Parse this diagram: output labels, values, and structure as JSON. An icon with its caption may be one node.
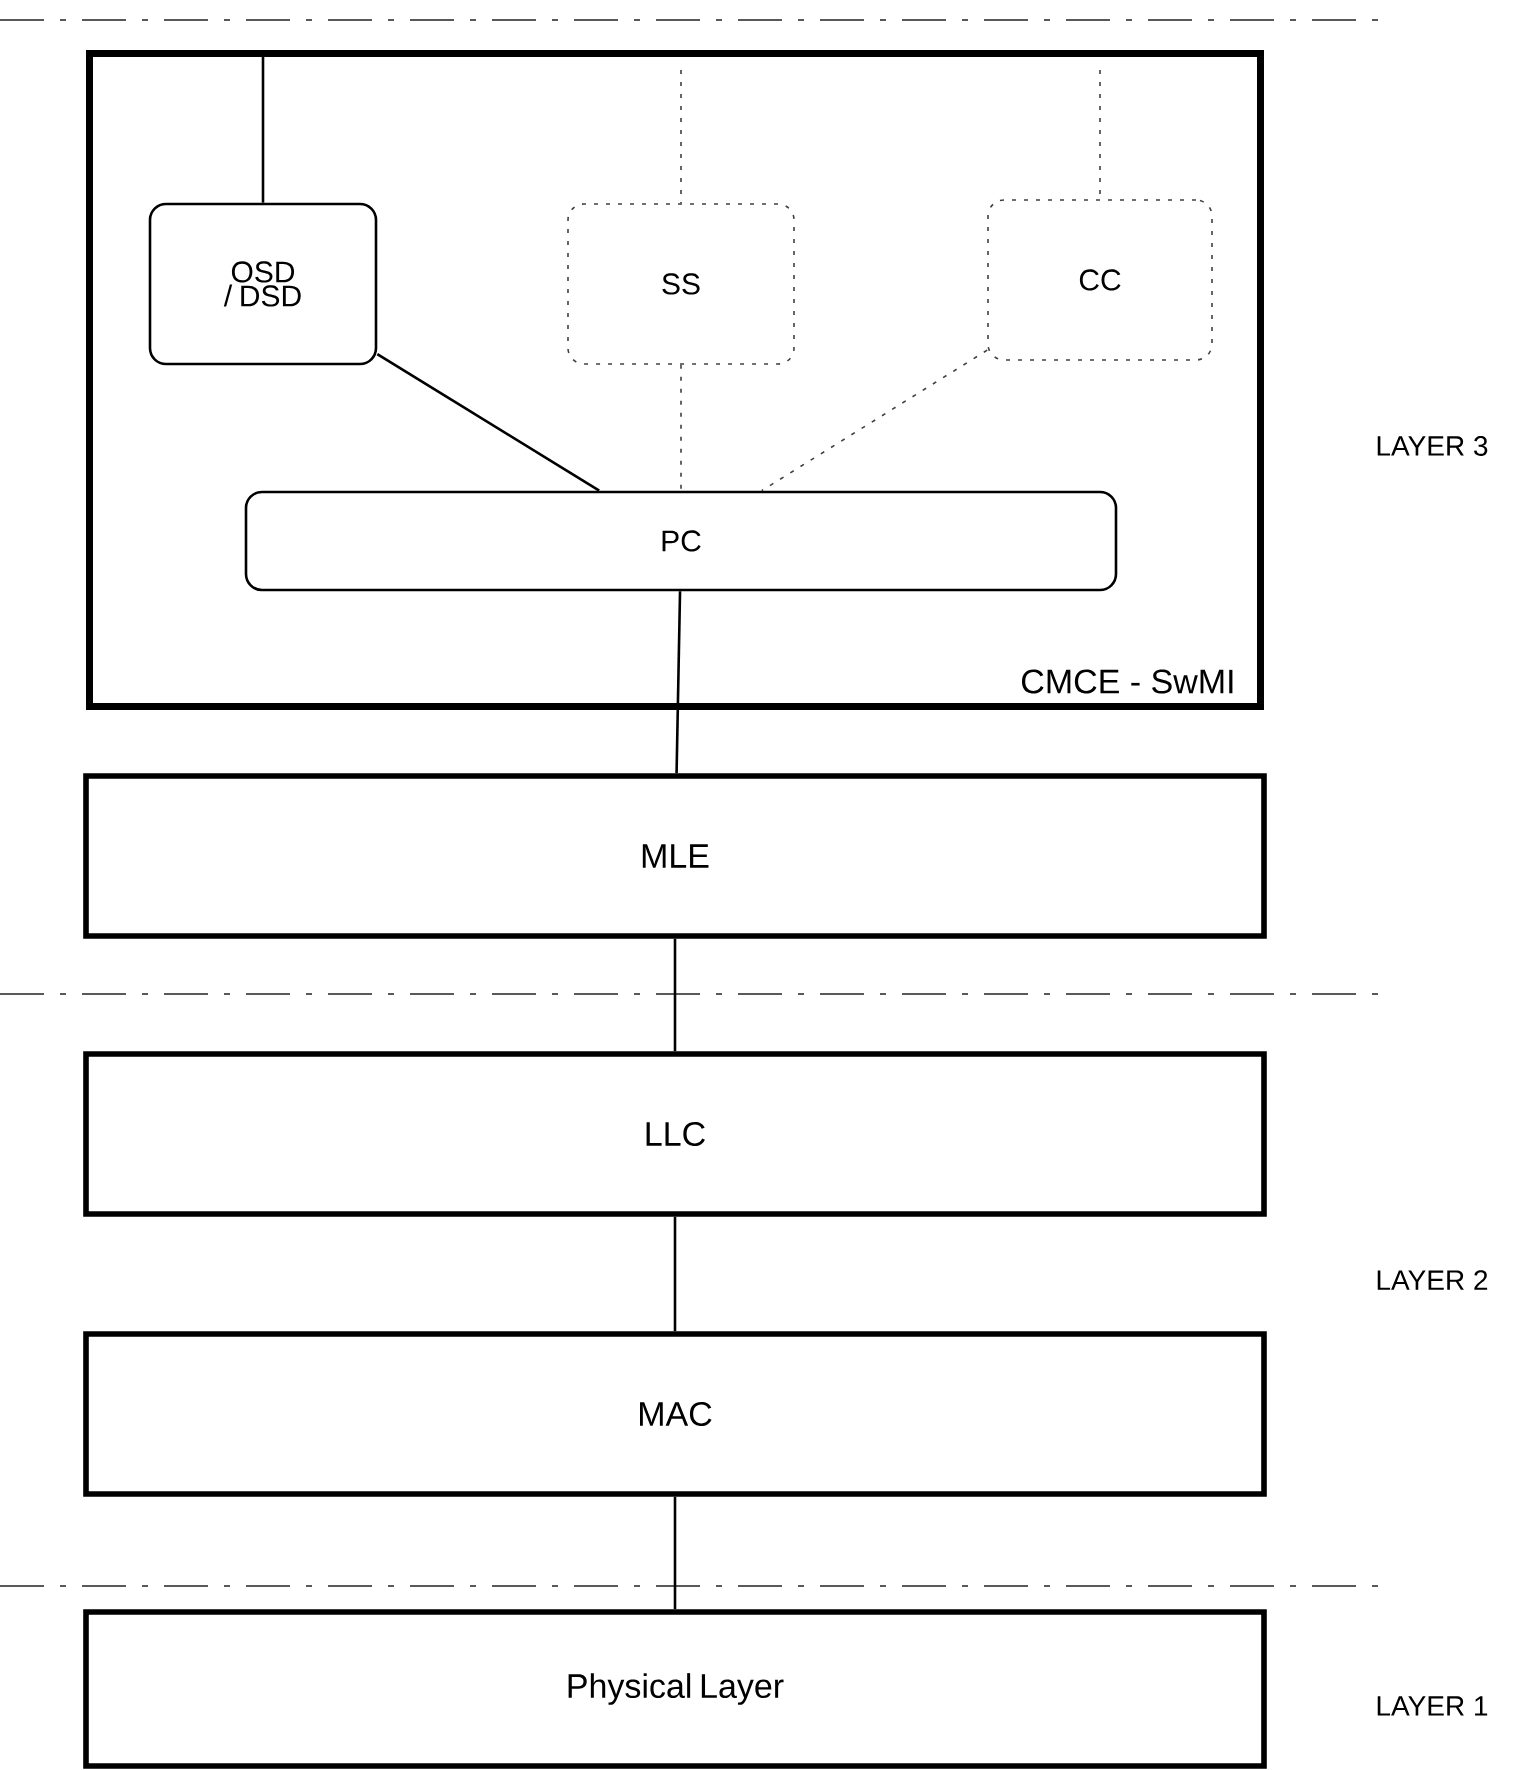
{
  "diagram": {
    "nodes": [
      {
        "text": [
          "CMCE - SwMI"
        ]
      },
      {
        "text": [
          "OSD / DSD"
        ],
        "in": 0
      },
      {
        "text": [
          "SS"
        ],
        "in": 0
      },
      {
        "text": [
          "CC"
        ],
        "in": 0
      },
      {
        "text": [
          "PC"
        ],
        "in": 0
      },
      {
        "text": [
          "MLE"
        ]
      },
      {
        "text": [
          "LLC"
        ]
      },
      {
        "text": [
          "MAC"
        ]
      },
      {
        "text": [
          "Physical Layer"
        ]
      }
    ],
    "edges": [
      {
        "from": null,
        "to": 1,
        "arrow": "none"
      },
      {
        "from": null,
        "to": 2,
        "arrow": "none",
        "style": "dashed"
      },
      {
        "from": null,
        "to": 3,
        "arrow": "none",
        "style": "dashed"
      },
      {
        "from": 1,
        "to": 4,
        "arrow": "none"
      },
      {
        "from": 2,
        "to": 4,
        "arrow": "none",
        "style": "dashed"
      },
      {
        "from": 3,
        "to": 4,
        "arrow": "none",
        "style": "dashed"
      },
      {
        "from": 4,
        "to": 5,
        "arrow": "none"
      },
      {
        "from": 5,
        "to": 6,
        "arrow": "none"
      },
      {
        "from": 6,
        "to": 7,
        "arrow": "none"
      },
      {
        "from": 7,
        "to": 8,
        "arrow": "none"
      }
    ],
    "labels": [
      "LAYER 3",
      "LAYER 2",
      "LAYER 1"
    ]
  }
}
